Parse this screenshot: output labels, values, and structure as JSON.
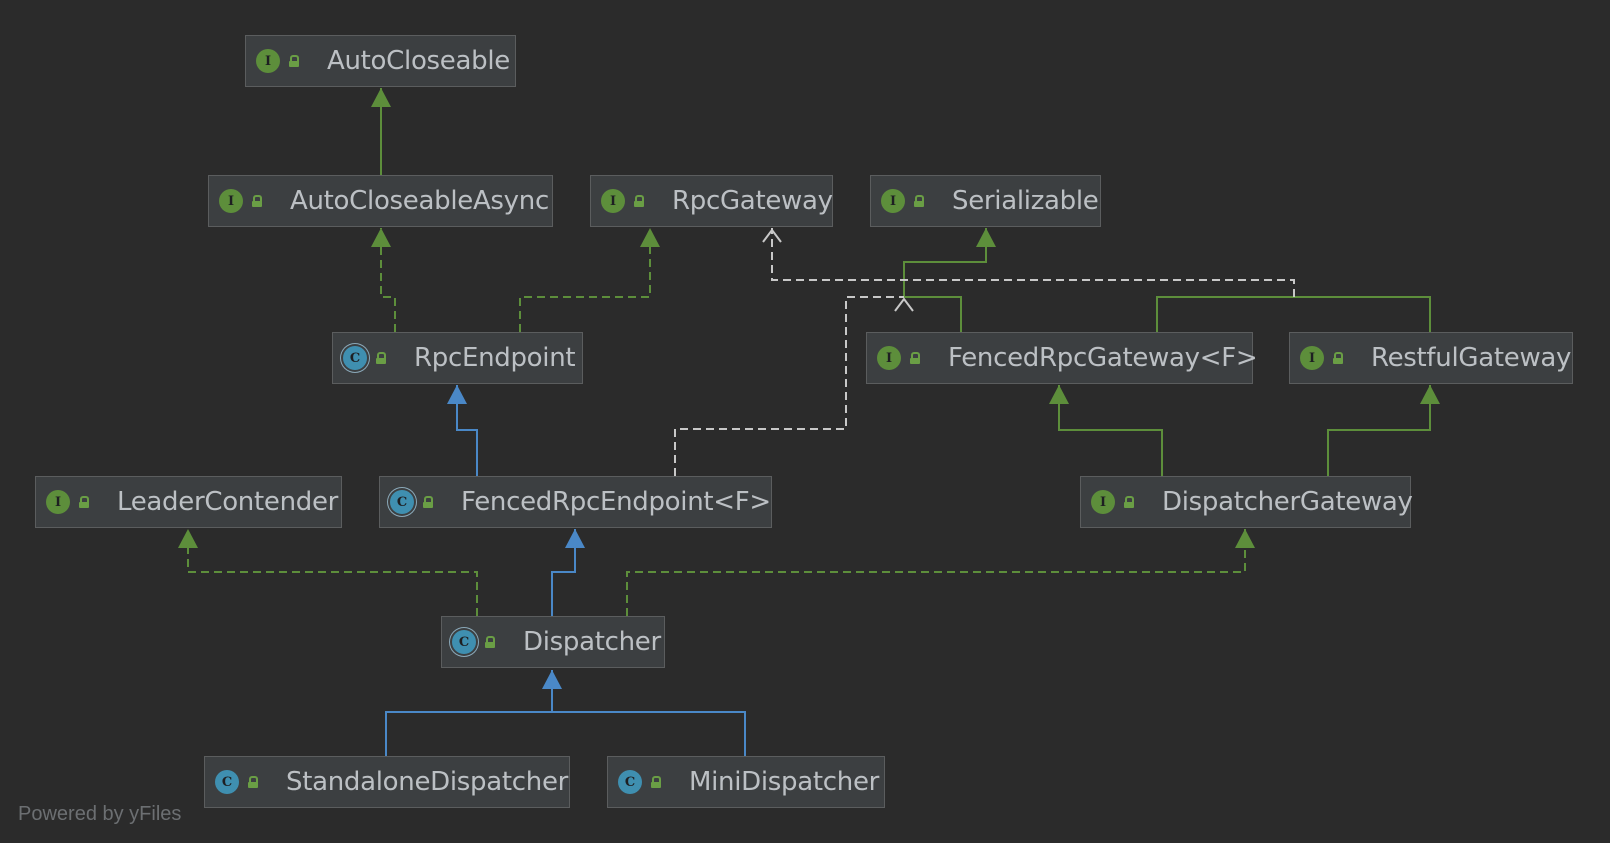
{
  "diagram": {
    "nodes": [
      {
        "id": "AutoCloseable",
        "label": "AutoCloseable",
        "kind": "interface"
      },
      {
        "id": "AutoCloseableAsync",
        "label": "AutoCloseableAsync",
        "kind": "interface"
      },
      {
        "id": "RpcGateway",
        "label": "RpcGateway",
        "kind": "interface"
      },
      {
        "id": "Serializable",
        "label": "Serializable",
        "kind": "interface"
      },
      {
        "id": "RpcEndpoint",
        "label": "RpcEndpoint",
        "kind": "abstract-class"
      },
      {
        "id": "FencedRpcGateway",
        "label": "FencedRpcGateway<F>",
        "kind": "interface"
      },
      {
        "id": "RestfulGateway",
        "label": "RestfulGateway",
        "kind": "interface"
      },
      {
        "id": "LeaderContender",
        "label": "LeaderContender",
        "kind": "interface"
      },
      {
        "id": "FencedRpcEndpoint",
        "label": "FencedRpcEndpoint<F>",
        "kind": "abstract-class"
      },
      {
        "id": "DispatcherGateway",
        "label": "DispatcherGateway",
        "kind": "interface"
      },
      {
        "id": "Dispatcher",
        "label": "Dispatcher",
        "kind": "abstract-class"
      },
      {
        "id": "StandaloneDispatcher",
        "label": "StandaloneDispatcher",
        "kind": "class"
      },
      {
        "id": "MiniDispatcher",
        "label": "MiniDispatcher",
        "kind": "class"
      }
    ],
    "edges": [
      {
        "from": "AutoCloseableAsync",
        "to": "AutoCloseable",
        "type": "extends-interface"
      },
      {
        "from": "RpcEndpoint",
        "to": "AutoCloseableAsync",
        "type": "implements"
      },
      {
        "from": "RpcEndpoint",
        "to": "RpcGateway",
        "type": "implements"
      },
      {
        "from": "FencedRpcGateway",
        "to": "RpcGateway",
        "type": "extends-interface"
      },
      {
        "from": "RestfulGateway",
        "to": "RpcGateway",
        "type": "extends-interface"
      },
      {
        "from": "FencedRpcGateway",
        "to": "Serializable",
        "type": "dependency"
      },
      {
        "from": "FencedRpcEndpoint",
        "to": "Serializable",
        "type": "dependency"
      },
      {
        "from": "FencedRpcEndpoint",
        "to": "RpcEndpoint",
        "type": "extends-class"
      },
      {
        "from": "DispatcherGateway",
        "to": "FencedRpcGateway",
        "type": "extends-interface"
      },
      {
        "from": "DispatcherGateway",
        "to": "RestfulGateway",
        "type": "extends-interface"
      },
      {
        "from": "Dispatcher",
        "to": "FencedRpcEndpoint",
        "type": "extends-class"
      },
      {
        "from": "Dispatcher",
        "to": "LeaderContender",
        "type": "implements"
      },
      {
        "from": "Dispatcher",
        "to": "DispatcherGateway",
        "type": "implements"
      },
      {
        "from": "StandaloneDispatcher",
        "to": "Dispatcher",
        "type": "extends-class"
      },
      {
        "from": "MiniDispatcher",
        "to": "Dispatcher",
        "type": "extends-class"
      }
    ],
    "badge_letters": {
      "interface": "I",
      "class": "C",
      "abstract-class": "C"
    },
    "colors": {
      "background": "#2b2b2b",
      "node_fill": "#3c3f41",
      "node_border": "#5b5d5e",
      "label_text": "#bcc0c4",
      "interface_badge": "#5d8e3b",
      "class_badge": "#3f8fb0",
      "edge_interface": "#5d8e3b",
      "edge_class": "#4a88c7",
      "edge_dependency": "#c8c8c8"
    }
  },
  "footer": "Powered by yFiles"
}
